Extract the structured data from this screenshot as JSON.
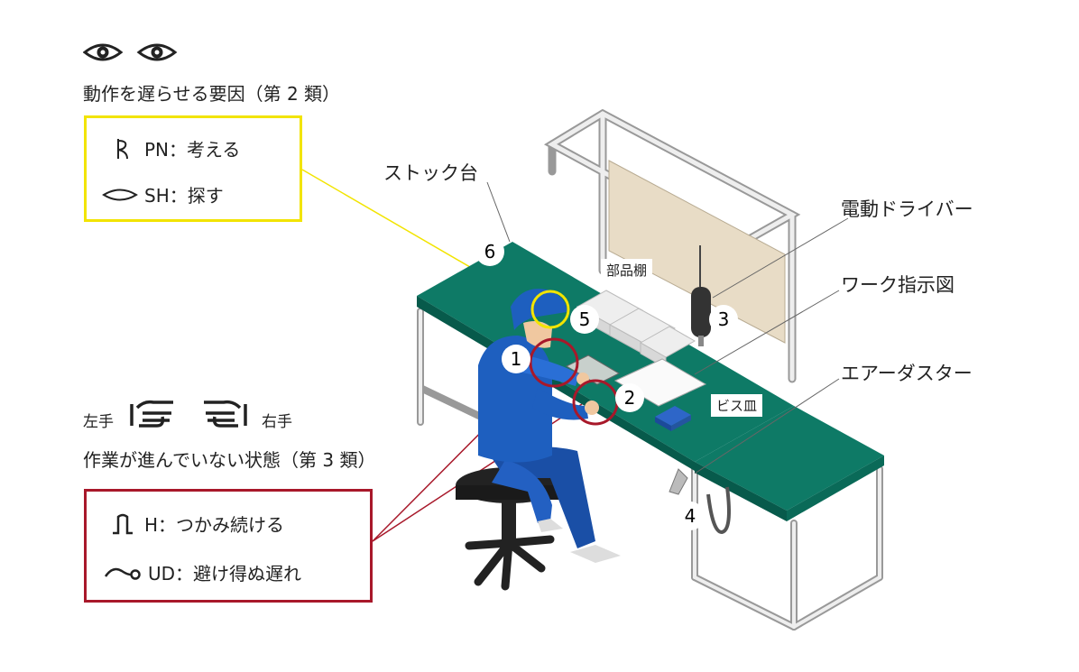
{
  "header2": {
    "title": "動作を遅らせる要因（第 2 類）",
    "legend": [
      {
        "icon": "pn-symbol-icon",
        "text": "PN：考える"
      },
      {
        "icon": "sh-eye-outline-icon",
        "text": "SH：探す"
      }
    ],
    "border_color": "#f2e400"
  },
  "header3": {
    "hands_left": "左手",
    "hands_right": "右手",
    "title": "作業が進んでいない状態（第 3 類）",
    "legend": [
      {
        "icon": "h-hold-symbol-icon",
        "text": "H：つかみ続ける"
      },
      {
        "icon": "ud-delay-symbol-icon",
        "text": "UD：避け得ぬ遅れ"
      }
    ],
    "border_color": "#a8182a"
  },
  "labels": {
    "stock": "ストック台",
    "driver": "電動ドライバー",
    "instruction": "ワーク指示図",
    "air": "エアーダスター",
    "parts_shelf": "部品棚",
    "screw_tray": "ビス皿"
  },
  "numbers": [
    "1",
    "2",
    "3",
    "4",
    "5",
    "6"
  ],
  "colors": {
    "table_top": "#0e7a66",
    "worker": "#1e5fbf",
    "frame": "#e6e6e6",
    "panel": "#e8dcc6"
  }
}
